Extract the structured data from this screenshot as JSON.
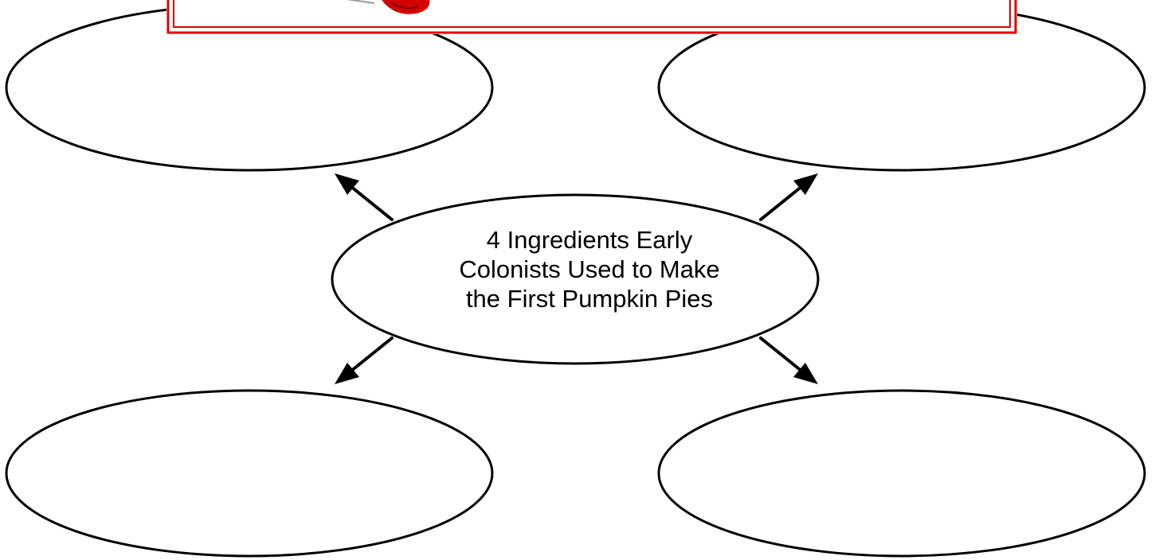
{
  "diagram": {
    "center": {
      "lines": [
        "4 Ingredients Early",
        "Colonists Used to Make",
        "the First Pumpkin Pies"
      ]
    },
    "outer_bubbles": [
      {
        "position": "top-left",
        "text": ""
      },
      {
        "position": "top-right",
        "text": ""
      },
      {
        "position": "bottom-left",
        "text": ""
      },
      {
        "position": "bottom-right",
        "text": ""
      }
    ],
    "arrows": [
      {
        "to": "top-left"
      },
      {
        "to": "top-right"
      },
      {
        "to": "bottom-left"
      },
      {
        "to": "bottom-right"
      }
    ],
    "banner": {
      "border_color": "#e00000",
      "clipart_color": "#d40000"
    }
  }
}
